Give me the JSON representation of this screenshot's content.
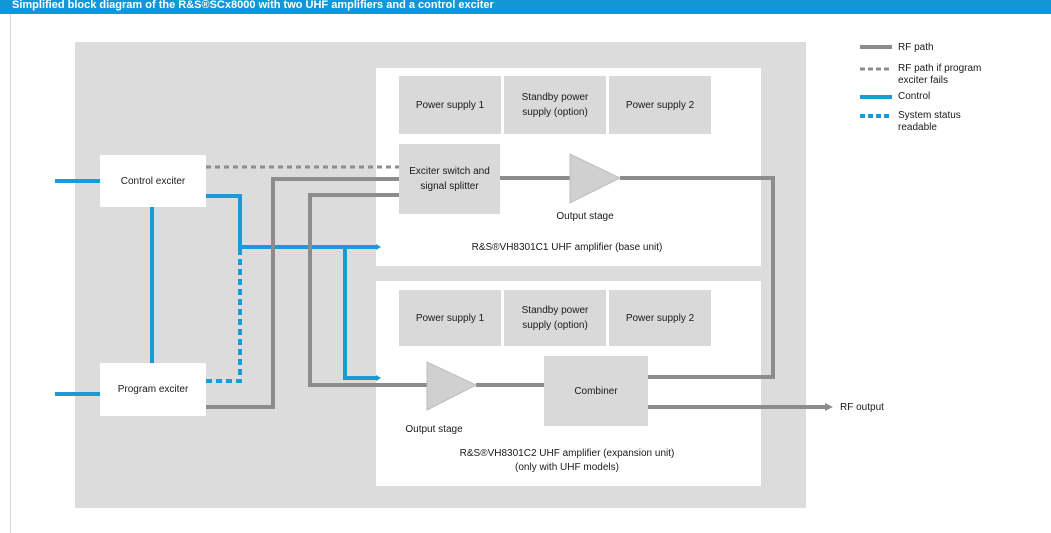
{
  "title": "Simplified block diagram of the R&S®SCx8000 with two UHF amplifiers and a control exciter",
  "legend": {
    "rf_path": "RF path",
    "rf_path_if_fails": "RF path if program exciter fails",
    "control": "Control",
    "system_status": "System status readable"
  },
  "blocks": {
    "control_exciter": "Control exciter",
    "program_exciter": "Program exciter",
    "top_power_supply_1": "Power supply 1",
    "top_standby_power_supply": "Standby power supply (option)",
    "top_power_supply_2": "Power supply 2",
    "exciter_switch": "Exciter switch and signal splitter",
    "top_output_stage": "Output stage",
    "top_unit_label": "R&S®VH8301C1 UHF amplifier (base unit)",
    "bottom_power_supply_1": "Power supply 1",
    "bottom_standby_power_supply": "Standby power supply (option)",
    "bottom_power_supply_2": "Power supply 2",
    "combiner": "Combiner",
    "bottom_output_stage": "Output stage",
    "bottom_unit_label_line1": "R&S®VH8301C2 UHF amplifier (expansion unit)",
    "bottom_unit_label_line2": "(only with UHF models)",
    "rf_output": "RF output"
  },
  "colors": {
    "rf_path": "#8c8c8c",
    "control": "#1a9ad6",
    "title_bar": "#1296d6",
    "outer_box": "#dcdcdc",
    "block": "#d9d9d9"
  }
}
